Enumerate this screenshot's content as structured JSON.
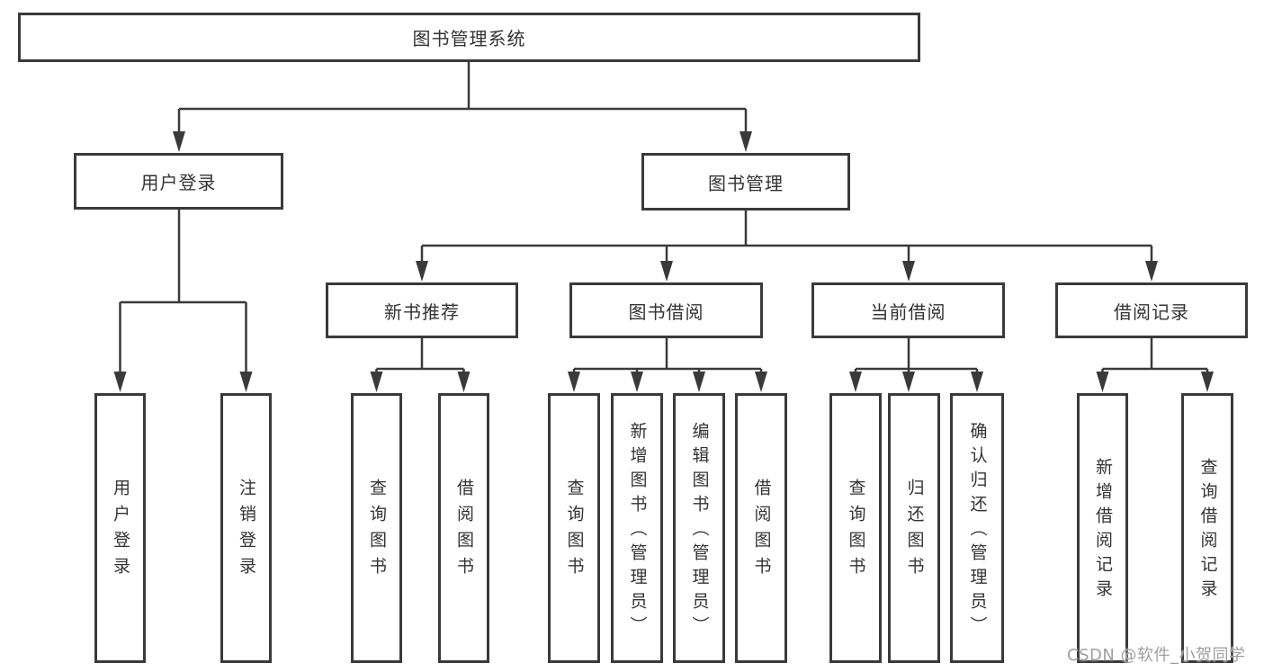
{
  "diagram_title": "图书管理系统",
  "nodes": {
    "root": "图书管理系统",
    "level2": {
      "user_login": "用户登录",
      "book_management": "图书管理"
    },
    "level3": {
      "new_book_recommend": "新书推荐",
      "book_borrowing": "图书借阅",
      "current_borrowing": "当前借阅",
      "borrowing_records": "借阅记录"
    },
    "leaves": [
      "用户登录",
      "注销登录",
      "查询图书",
      "借阅图书",
      "查询图书",
      "新增图书（管理员）",
      "编辑图书（管理员）",
      "借阅图书",
      "查询图书",
      "归还图书",
      "确认归还（管理员）",
      "新增借阅记录",
      "查询借阅记录"
    ]
  },
  "colors": {
    "line": "#3a3a3a",
    "text": "#333333",
    "background": "#ffffff",
    "watermark": "#9f9f9f"
  },
  "watermark": "CSDN @软件_小贺同学"
}
